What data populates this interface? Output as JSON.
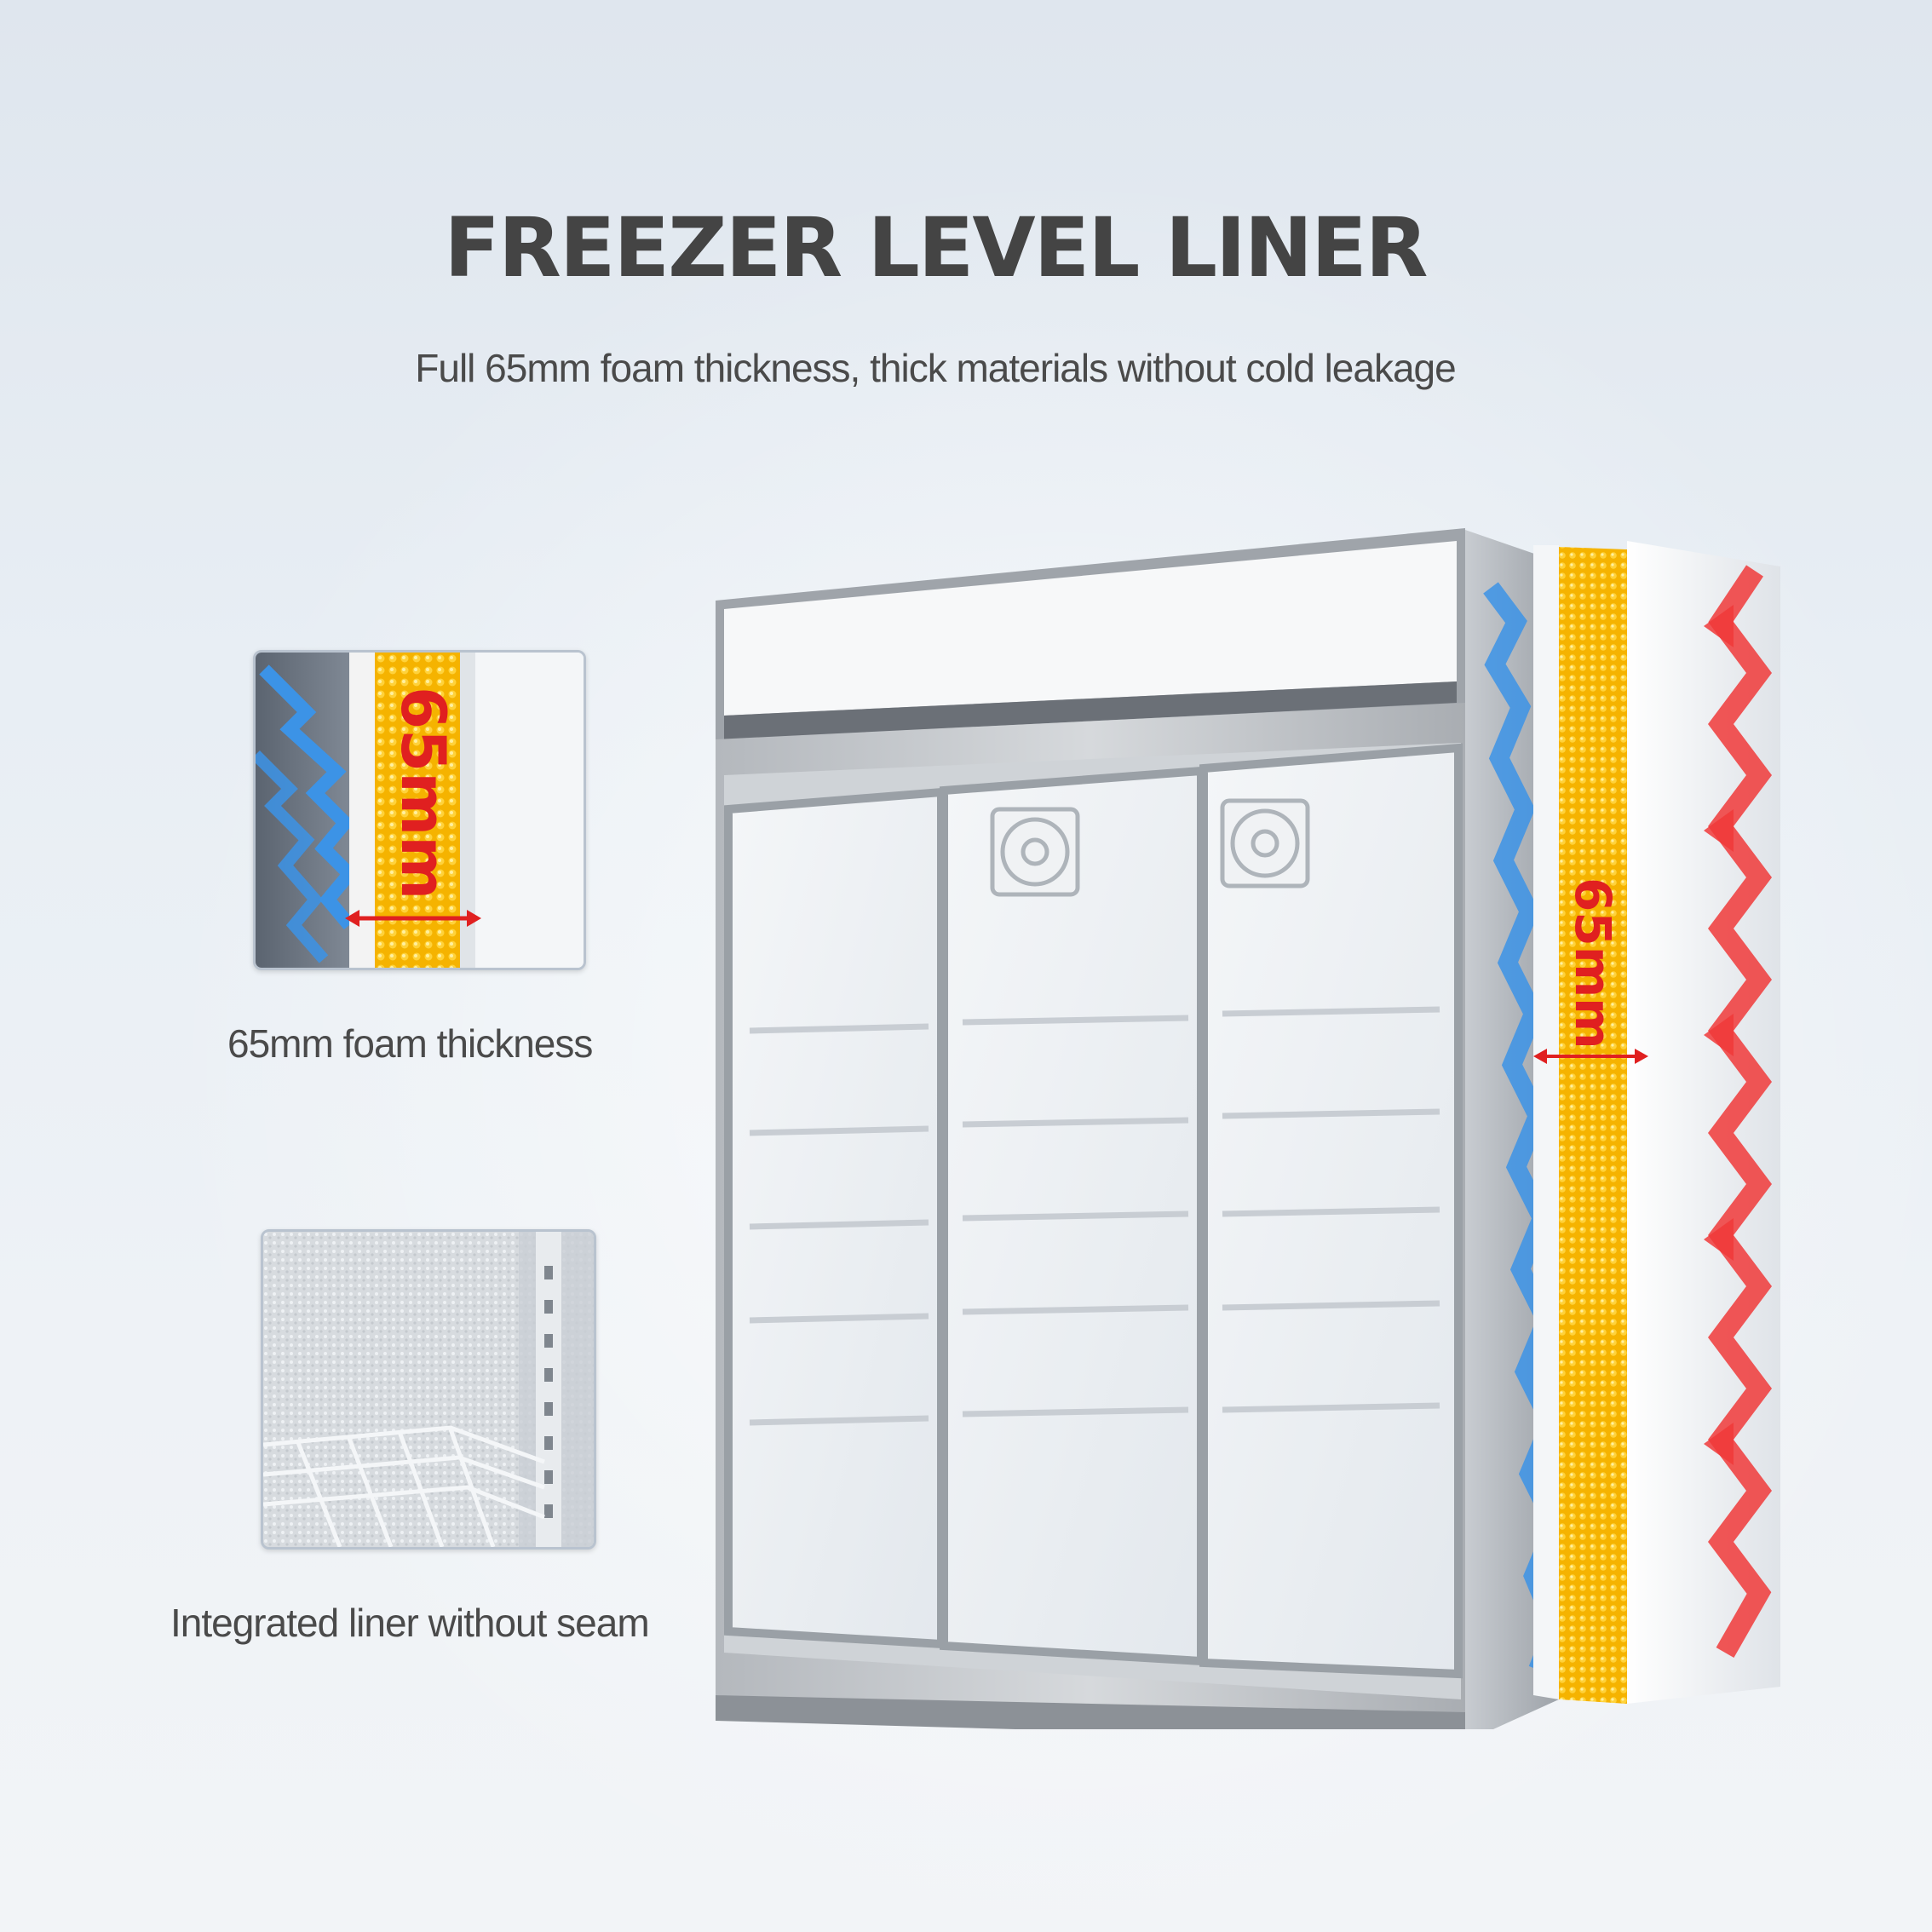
{
  "title": "FREEZER LEVEL LINER",
  "subtitle": "Full 65mm foam thickness, thick materials without cold leakage",
  "features": [
    {
      "caption": "65mm foam thickness",
      "inset_label": "65mm",
      "icon": "foam-cross-section"
    },
    {
      "caption": "Integrated liner without seam",
      "icon": "seamless-liner-interior"
    }
  ],
  "product": {
    "wall_label": "65mm",
    "doors": 3,
    "colors": {
      "cold": "#3c93e6",
      "heat": "#f03a3a",
      "foam": "#f5b300"
    }
  }
}
